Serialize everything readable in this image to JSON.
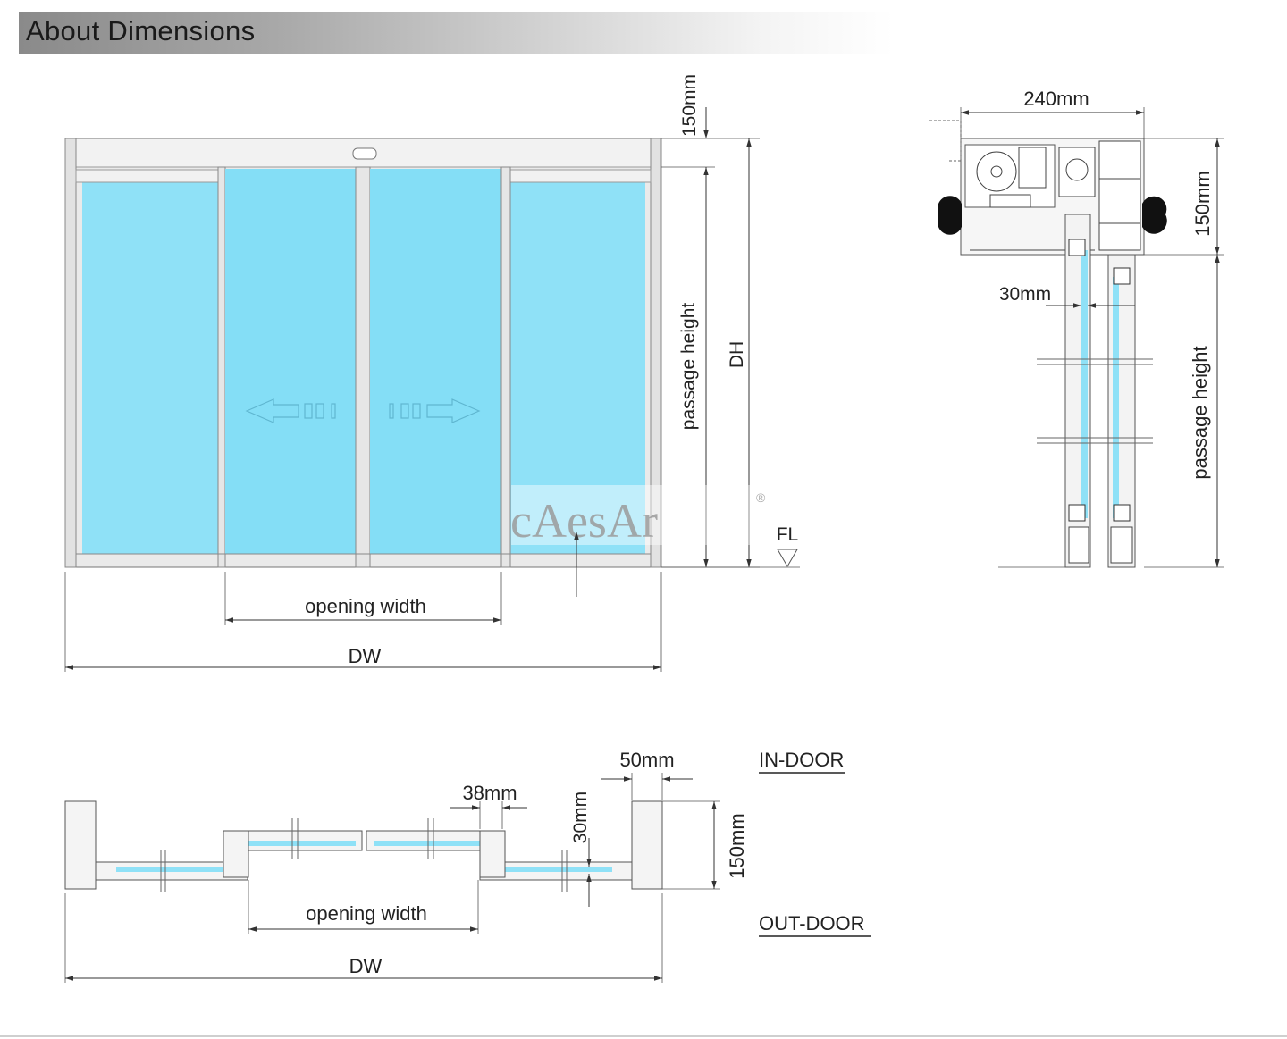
{
  "page": {
    "title": "About Dimensions"
  },
  "front_view": {
    "dim_top_header": "150mm",
    "passage_height": "passage height",
    "door_height": "DH",
    "floor_level": "FL",
    "opening_width": "opening width",
    "door_width": "DW"
  },
  "brand": {
    "logo_text": "cAesAr",
    "registered_mark": "®"
  },
  "side_section": {
    "header_width": "240mm",
    "header_height": "150mm",
    "glass_thickness": "30mm",
    "passage_height": "passage height"
  },
  "plan_view": {
    "side_jamb_width": "50mm",
    "leaf_profile": "38mm",
    "glass_thickness": "30mm",
    "depth": "150mm",
    "opening_width": "opening width",
    "door_width": "DW",
    "in_door": "IN-DOOR",
    "out_door": "OUT-DOOR"
  },
  "colors": {
    "glass": "#8fe1f7",
    "frame": "#eaeaea",
    "line": "#333333"
  }
}
